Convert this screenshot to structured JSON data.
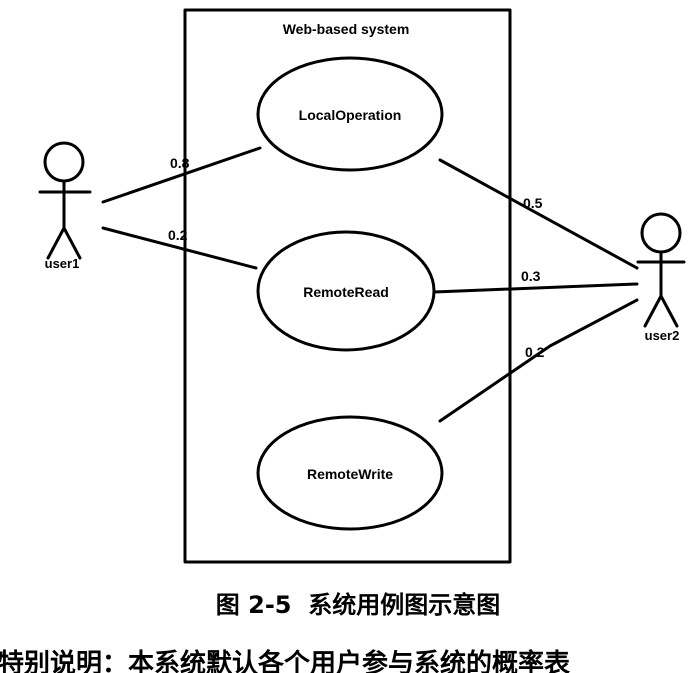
{
  "system": {
    "title": "Web-based system"
  },
  "use_cases": [
    {
      "id": "uc-local",
      "label": "LocalOperation"
    },
    {
      "id": "uc-read",
      "label": "RemoteRead"
    },
    {
      "id": "uc-write",
      "label": "RemoteWrite"
    }
  ],
  "actors": [
    {
      "id": "actor-user1",
      "label": "user1"
    },
    {
      "id": "actor-user2",
      "label": "user2"
    }
  ],
  "associations": [
    {
      "from": "user1",
      "to": "LocalOperation",
      "weight": "0.8"
    },
    {
      "from": "user1",
      "to": "RemoteRead",
      "weight": "0.2"
    },
    {
      "from": "user2",
      "to": "LocalOperation",
      "weight": "0.5"
    },
    {
      "from": "user2",
      "to": "RemoteRead",
      "weight": "0.3"
    },
    {
      "from": "user2",
      "to": "RemoteWrite",
      "weight": "0.2"
    }
  ],
  "caption": "图 2-5  系统用例图示意图",
  "footer_text": "特别说明：本系统默认各个用户参与系统的概率表"
}
